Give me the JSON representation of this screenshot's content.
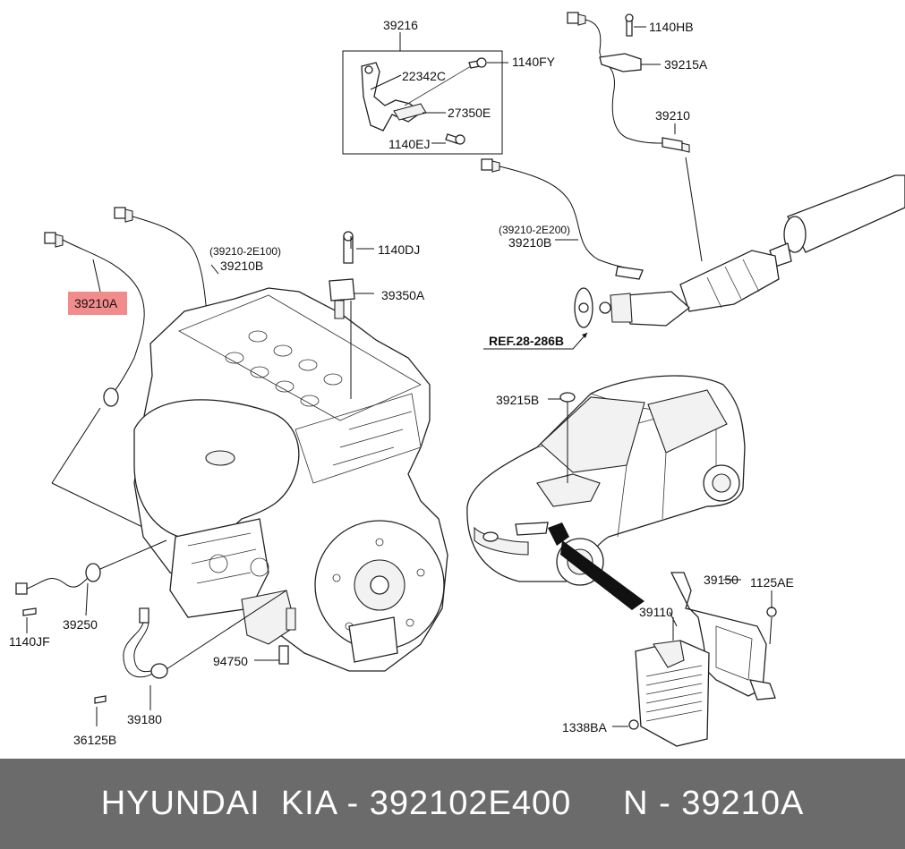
{
  "labels": {
    "p39216": "39216",
    "p1140fy": "1140FY",
    "p22342c": "22342C",
    "p27350e": "27350E",
    "p1140ej": "1140EJ",
    "p1140hb": "1140HB",
    "p39215a": "39215A",
    "p39210": "39210",
    "p39210_2e200": "(39210-2E200)",
    "p39210b_rear": "39210B",
    "p39210_2e100": "(39210-2E100)",
    "p39210b_front": "39210B",
    "p39210a": "39210A",
    "p1140dj": "1140DJ",
    "p39350a": "39350A",
    "ref28286b": "REF.28-286B",
    "p39215b": "39215B",
    "p39150": "39150",
    "p1125ae": "1125AE",
    "p39110": "39110",
    "p1338ba": "1338BA",
    "p94750": "94750",
    "p39250": "39250",
    "p1140jf": "1140JF",
    "p39180": "39180",
    "p36125b": "36125B"
  },
  "highlight_color": "#f28b8b",
  "footer": {
    "brand": "HYUNDAI  KIA",
    "part_number": "392102E400",
    "ref_code": "39210A",
    "text": "HYUNDAI  KIA - 392102E400     N - 39210A"
  }
}
